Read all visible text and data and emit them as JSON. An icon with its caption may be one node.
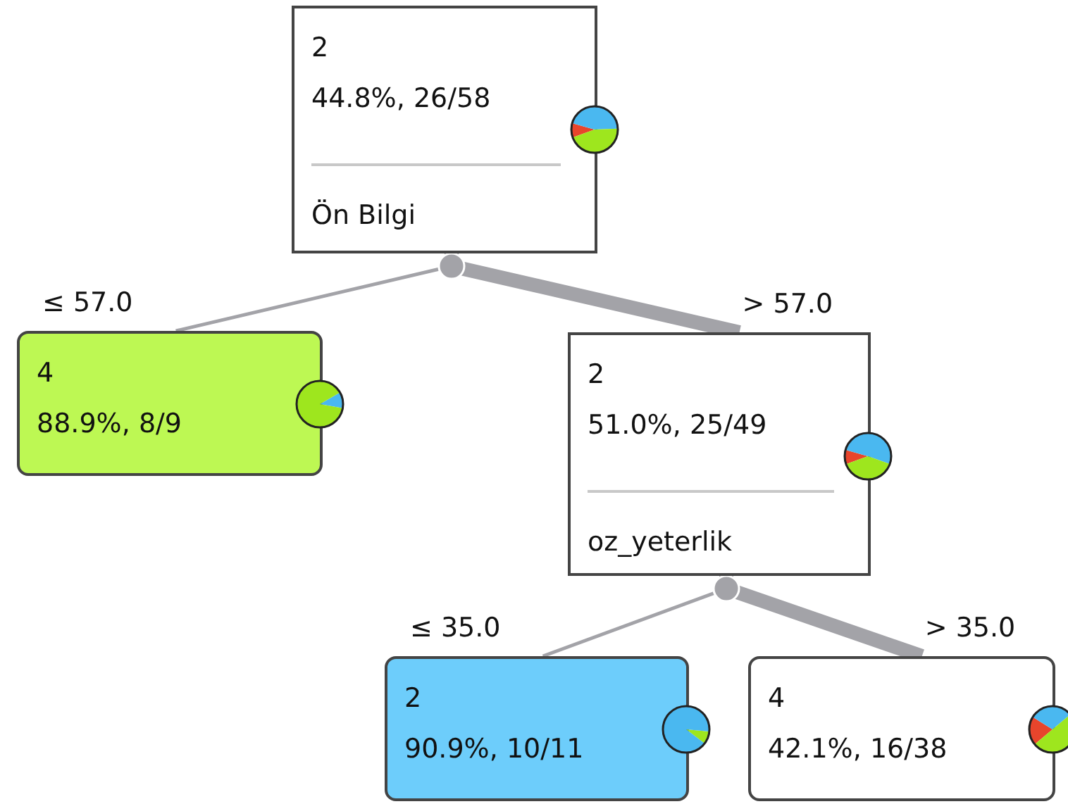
{
  "diagram": {
    "nodes": [
      {
        "text": [
          "2",
          "44.8%, 26/58",
          "Ön Bilgi"
        ]
      },
      {
        "text": [
          "4",
          "88.9%, 8/9"
        ]
      },
      {
        "text": [
          "2",
          "51.0%, 25/49",
          "oz_yeterlik"
        ]
      },
      {
        "text": [
          "2",
          "90.9%, 10/11"
        ]
      },
      {
        "text": [
          "4",
          "42.1%, 16/38"
        ]
      }
    ],
    "edges": [
      {
        "from": 0,
        "to": 1,
        "arrow": "other",
        "label": "≤ 57.0"
      },
      {
        "from": 0,
        "to": 2,
        "arrow": "other",
        "label": "> 57.0",
        "style": "thick"
      },
      {
        "from": 2,
        "to": 3,
        "arrow": "other",
        "label": "≤ 35.0"
      },
      {
        "from": 2,
        "to": 4,
        "arrow": "other",
        "label": "> 35.0",
        "style": "thick"
      }
    ]
  }
}
